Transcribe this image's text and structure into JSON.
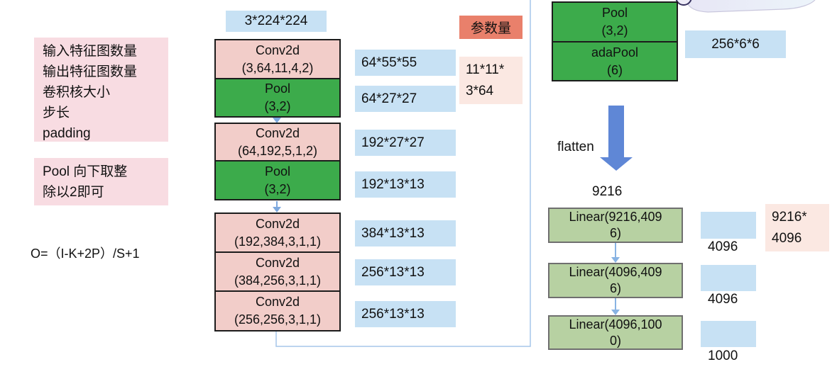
{
  "colors": {
    "pink_box": "#f2cdc9",
    "green_box": "#3cab4b",
    "light_green_box": "#b7d1a2",
    "blue_label": "#c7e1f4",
    "coral_header": "#e9806b",
    "light_pink_param": "#fbe8e2",
    "annotation_pink": "#f8dce2",
    "arrow_blue": "#5f87d6",
    "connector_blue": "#a5c6ea",
    "border_dark": "#1c1c1c",
    "border_gray": "#6f6f6f"
  },
  "annotations": {
    "legend_lines": [
      "输入特征图数量",
      "输出特征图数量",
      "卷积核大小",
      "步长",
      "padding"
    ],
    "pool_note_lines": [
      "Pool 向下取整",
      "除以2即可"
    ],
    "formula": "O=（I-K+2P）/S+1"
  },
  "input_label": "3*224*224",
  "params_column": {
    "header": "参数量",
    "conv1_params": {
      "line1": "11*11*",
      "line2": "3*64"
    },
    "fc1_params": {
      "line1": "9216*",
      "line2": "4096"
    }
  },
  "conv_stack": [
    {
      "title": "Conv2d",
      "params": "(3,64,11,4,2)"
    },
    {
      "title": "Pool",
      "params": "(3,2)"
    },
    {
      "title": "Conv2d",
      "params": "(64,192,5,1,2)"
    },
    {
      "title": "Pool",
      "params": "(3,2)"
    },
    {
      "title": "Conv2d",
      "params": "(192,384,3,1,1)"
    },
    {
      "title": "Conv2d",
      "params": "(384,256,3,1,1)"
    },
    {
      "title": "Conv2d",
      "params": "(256,256,3,1,1)"
    }
  ],
  "feature_labels": [
    "64*55*55",
    "64*27*27",
    "192*27*27",
    "192*13*13",
    "384*13*13",
    "256*13*13",
    "256*13*13"
  ],
  "head": {
    "pool": {
      "title": "Pool",
      "params": "(3,2)"
    },
    "adapool": {
      "title": "adaPool",
      "params": "(6)"
    },
    "feature": "256*6*6",
    "flatten_label": "flatten",
    "flatten_size": "9216",
    "linears": [
      {
        "line1": "Linear(9216,409",
        "line2": "6)",
        "out": "4096"
      },
      {
        "line1": "Linear(4096,409",
        "line2": "6)",
        "out": "4096"
      },
      {
        "line1": "Linear(4096,100",
        "line2": "0)",
        "out": "1000"
      }
    ]
  }
}
